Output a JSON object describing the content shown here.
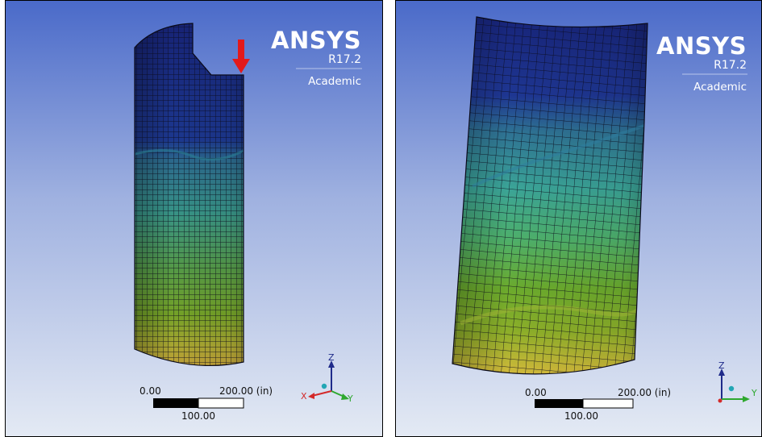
{
  "panels": [
    {
      "id": "left",
      "logo": {
        "name": "ANSYS",
        "version": "R17.2",
        "edition": "Academic"
      },
      "scale": {
        "start": "0.00",
        "end": "200.00 (in)",
        "mid": "100.00"
      },
      "triad": {
        "z": "Z",
        "y": "Y",
        "x": "X"
      },
      "marker": "load-arrow"
    },
    {
      "id": "right",
      "logo": {
        "name": "ANSYS",
        "version": "R17.2",
        "edition": "Academic"
      },
      "scale": {
        "start": "0.00",
        "end": "200.00 (in)",
        "mid": "100.00"
      },
      "triad": {
        "z": "Z",
        "y": "Y"
      }
    }
  ],
  "colors": {
    "background_top": "#4a6ac9",
    "background_bottom": "#e2e8f3",
    "contour_blue": "#1d2f8c",
    "contour_cyan": "#3a9c94",
    "contour_green": "#6cae2a",
    "contour_yellow": "#c9b63a",
    "load_arrow": "#e3191a"
  }
}
